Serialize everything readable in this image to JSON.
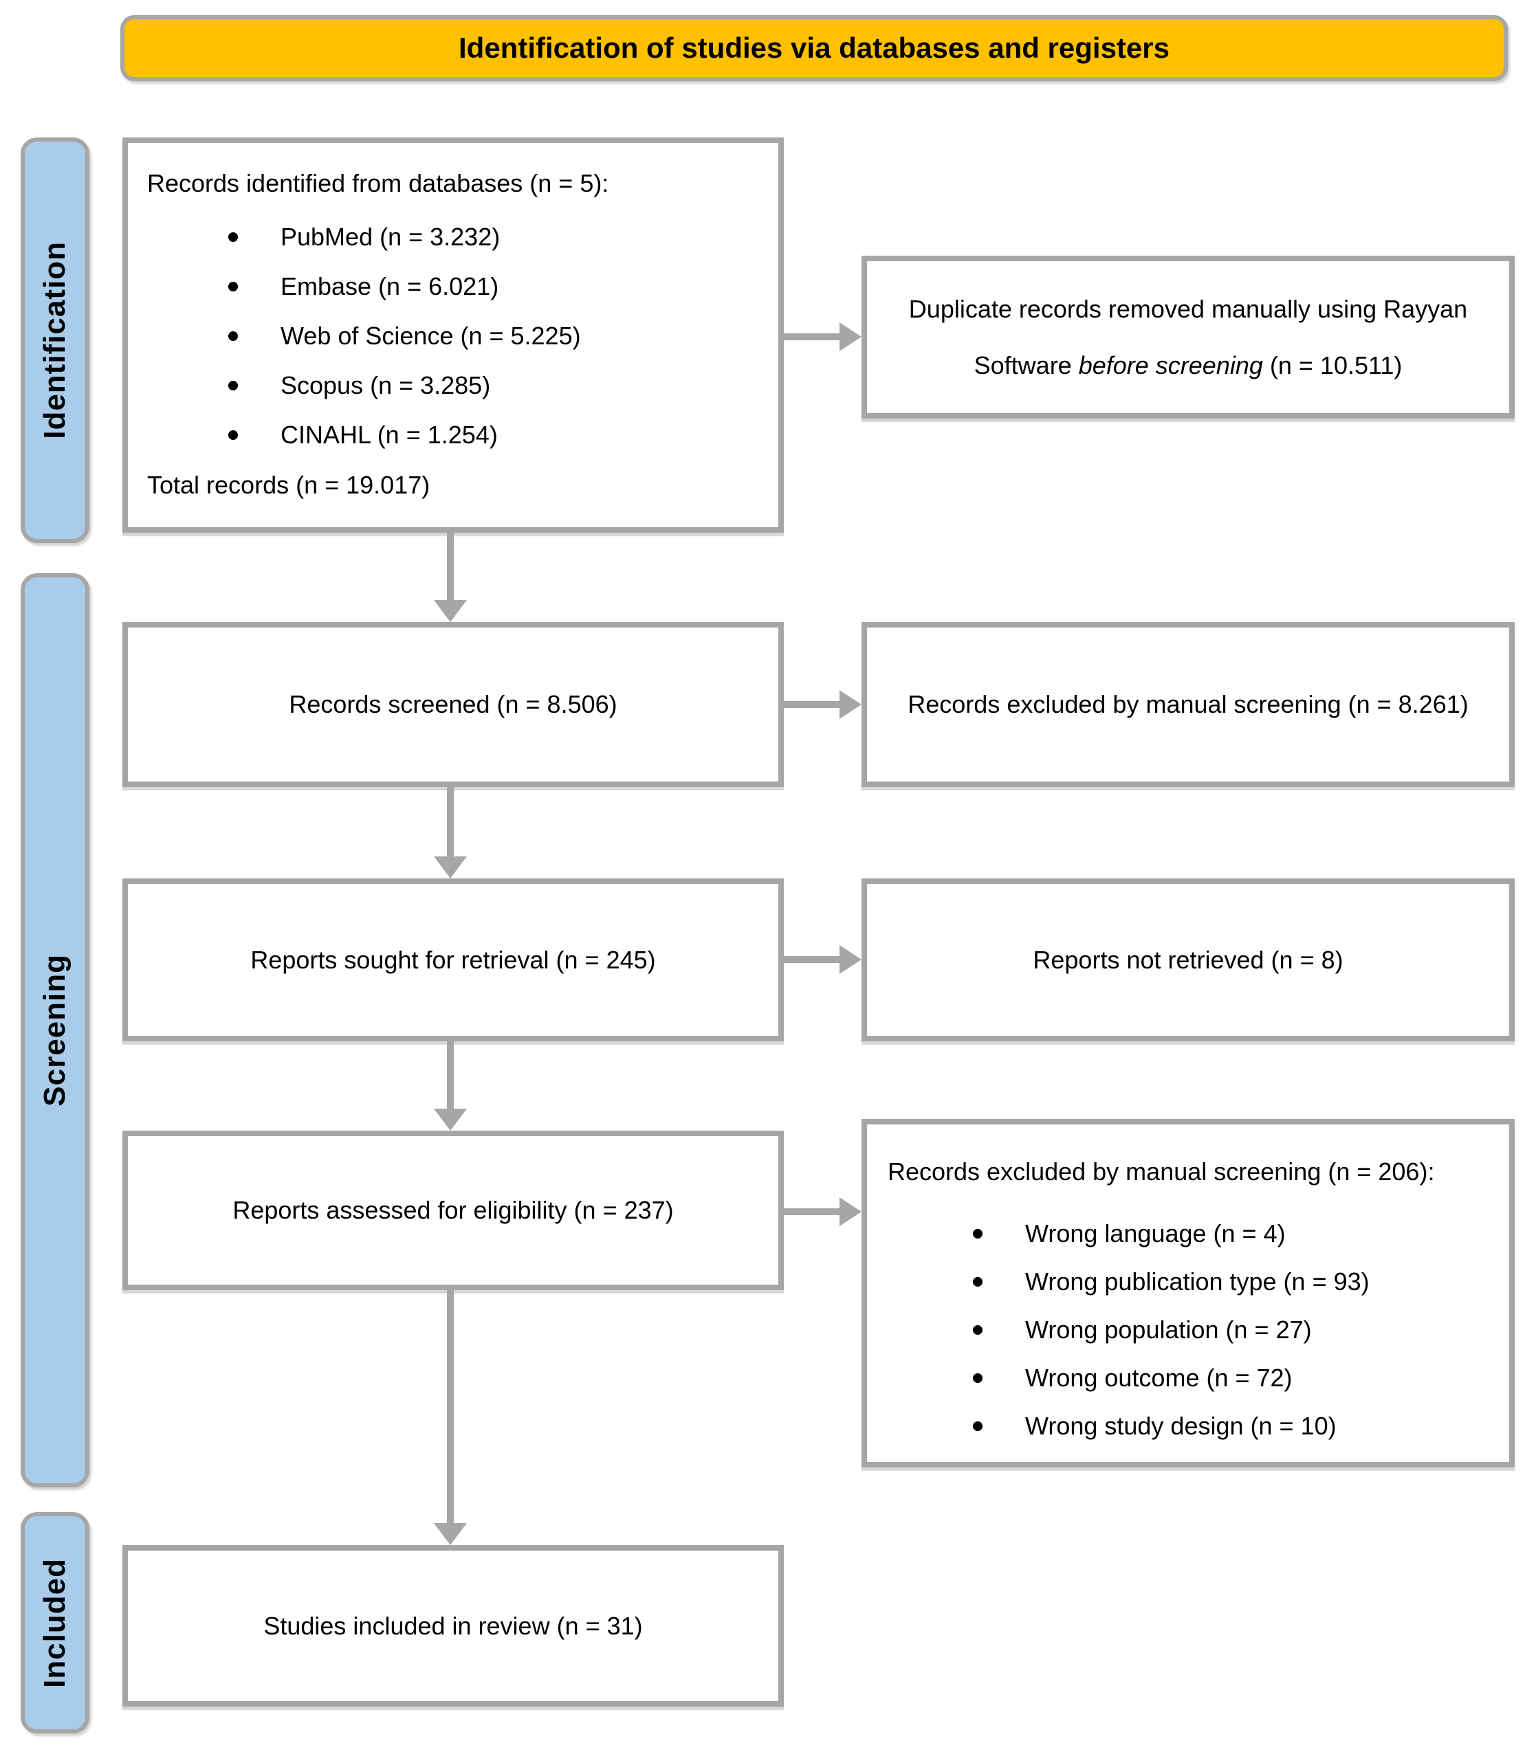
{
  "title": "Identification of studies via databases and registers",
  "sidebar": {
    "identification": "Identification",
    "screening": "Screening",
    "included": "Included"
  },
  "boxes": {
    "identified": {
      "header": "Records identified from databases (n = 5):",
      "bullets": [
        "PubMed (n = 3.232)",
        "Embase (n = 6.021)",
        "Web of Science (n = 5.225)",
        "Scopus (n = 3.285)",
        "CINAHL (n = 1.254)"
      ],
      "footer": "Total records (n = 19.017)"
    },
    "duplicates": {
      "line1": "Duplicate records removed manually using Rayyan",
      "line2_prefix": "Software ",
      "line2_italic": "before screening",
      "line2_suffix": " (n = 10.511)"
    },
    "screened": "Records screened (n = 8.506)",
    "excluded_screening": "Records excluded by manual screening (n = 8.261)",
    "sought": "Reports sought for retrieval (n = 245)",
    "not_retrieved": "Reports not retrieved (n = 8)",
    "assessed": "Reports assessed for eligibility (n = 237)",
    "excluded_eligibility": {
      "header": "Records excluded by manual screening (n = 206):",
      "bullets": [
        "Wrong language (n = 4)",
        "Wrong publication type (n = 93)",
        "Wrong population (n = 27)",
        "Wrong outcome (n = 72)",
        "Wrong study design (n = 10)"
      ]
    },
    "included": "Studies included in review (n = 31)"
  },
  "icons": {
    "bullet": "•",
    "arrow_head": "▶"
  },
  "colors": {
    "title_bg": "#FFC000",
    "sidebar_bg": "#A9CCEA",
    "border_gray": "#A6A6A6",
    "text": "#000000"
  }
}
